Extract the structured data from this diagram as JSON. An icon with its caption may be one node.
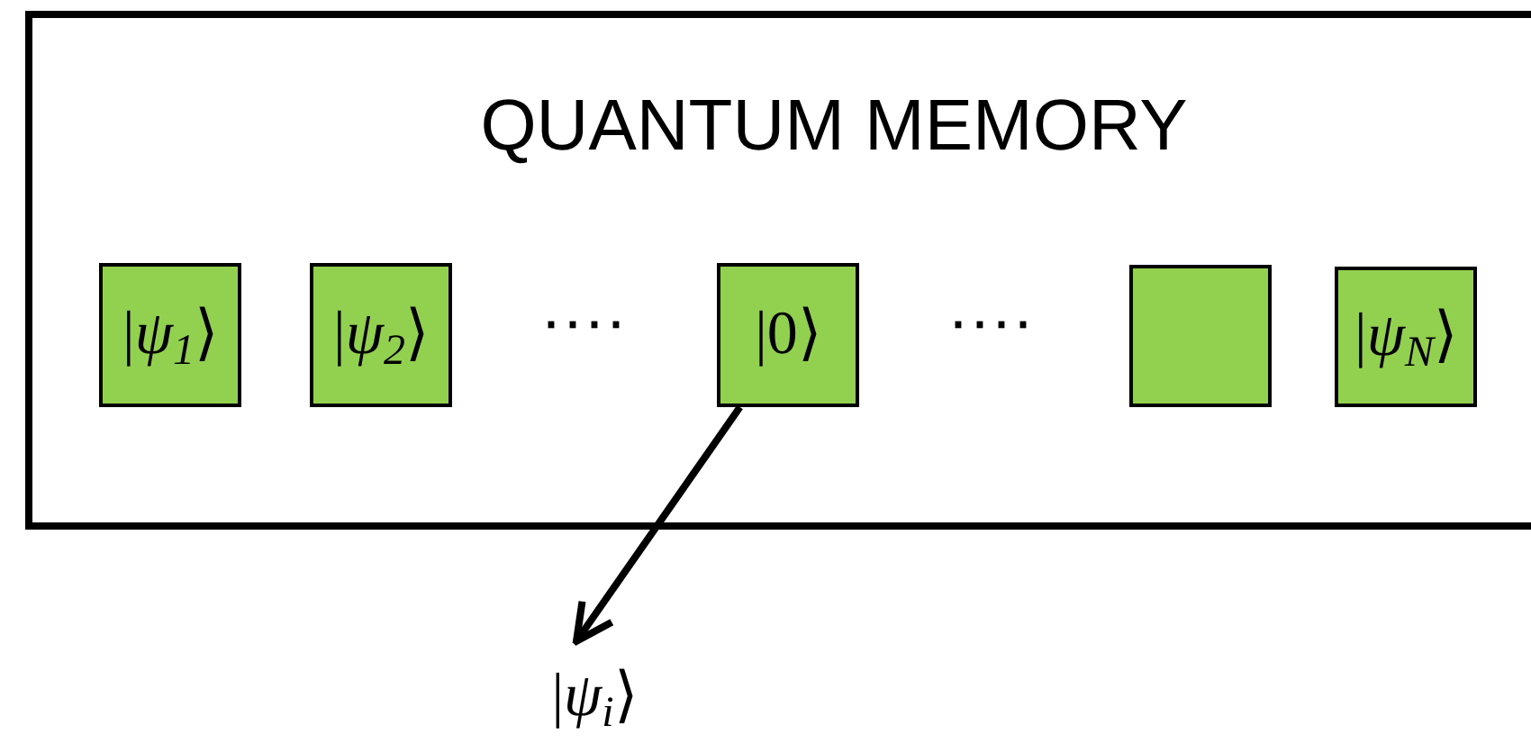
{
  "diagram": {
    "nodes": [
      {
        "text": [
          "QUANTUM MEMORY"
        ]
      },
      {
        "text": [
          "|*ψ*$_{1}$⟩"
        ],
        "in": 0
      },
      {
        "text": [
          "|*ψ*$_{2}$⟩"
        ],
        "in": 0
      },
      {
        "text": [
          "|0⟩"
        ],
        "in": 0
      },
      {
        "text": [],
        "shape": "box",
        "in": 0
      },
      {
        "text": [
          "|*ψ*$_{N}$⟩"
        ],
        "in": 0
      },
      {
        "text": [
          "|*ψ*$_{i}$⟩"
        ]
      }
    ],
    "edges": [
      {
        "from": 3,
        "to": 6,
        "arrow": "to"
      }
    ],
    "labels": [
      "····",
      "····"
    ]
  }
}
